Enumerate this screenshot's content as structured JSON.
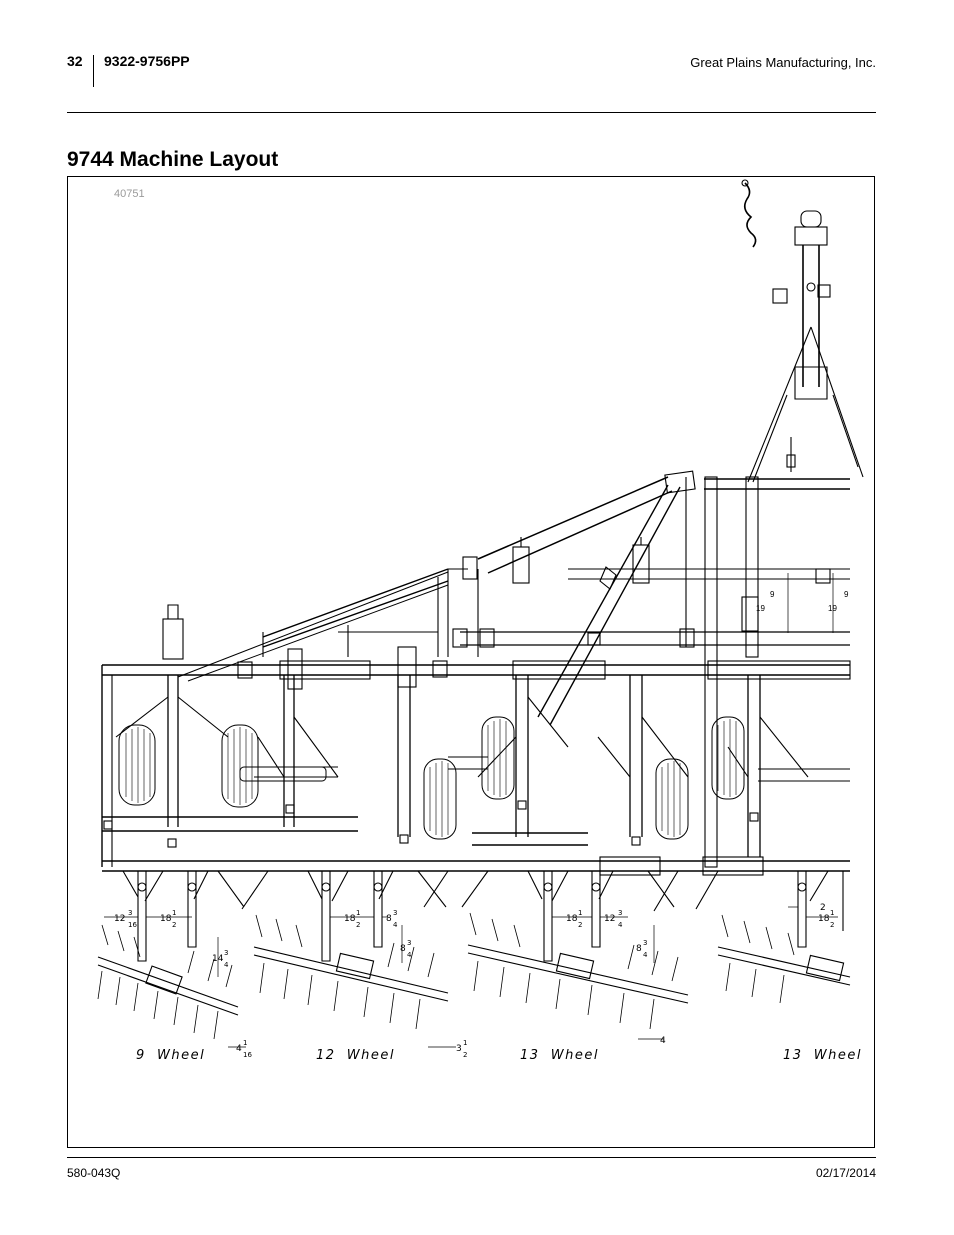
{
  "header": {
    "page_number": "32",
    "doc_number": "9322-9756PP",
    "company": "Great Plains Manufacturing, Inc."
  },
  "section": {
    "title": "9744 Machine Layout"
  },
  "figure": {
    "id": "40751",
    "wheel_labels": [
      "9  Wheel",
      "12  Wheel",
      "13  Wheel",
      "13  Wheel"
    ]
  },
  "footer": {
    "part_number": "580-043Q",
    "date": "02/17/2014"
  }
}
